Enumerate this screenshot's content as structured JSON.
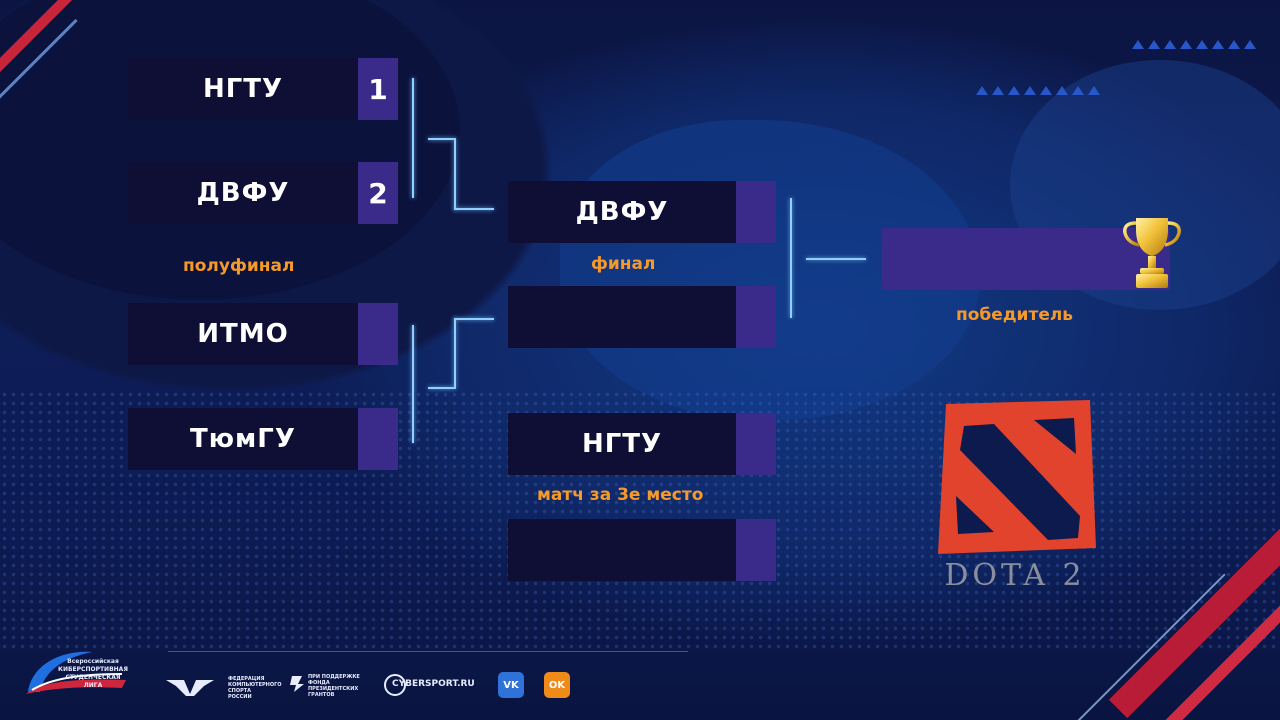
{
  "semifinal": {
    "label": "полуфинал",
    "match1": {
      "team_a": "НГТУ",
      "score_a": "1",
      "team_b": "ДВФУ",
      "score_b": "2"
    },
    "match2": {
      "team_a": "ИТМО",
      "score_a": "",
      "team_b": "ТюмГУ",
      "score_b": ""
    }
  },
  "final": {
    "label": "финал",
    "team_a": "ДВФУ",
    "score_a": "",
    "team_b": "",
    "score_b": ""
  },
  "third_place": {
    "label": "матч за 3е место",
    "team_a": "НГТУ",
    "score_a": "",
    "team_b": "",
    "score_b": ""
  },
  "winner": {
    "label": "победитель",
    "team": ""
  },
  "game_logo": {
    "text": "DOTA 2"
  },
  "footer": {
    "league_logo": "Всероссийская КИБЕРСПОРТИВНАЯ СТУДЕНЧЕСКАЯ ЛИГА",
    "federation": "ФЕДЕРАЦИЯ КОМПЬЮТЕРНОГО СПОРТА РОССИИ",
    "fund": "ПРИ ПОДДЕРЖКЕ ФОНДА ПРЕЗИДЕНТСКИХ ГРАНТОВ",
    "cybersport": "CYBERSPORT.RU",
    "vk": "VK",
    "ok": "OK"
  },
  "colors": {
    "accent": "#f59a2a",
    "slot_bg": "#0f0f35",
    "score_bg": "#3a2a8a",
    "dota_red": "#e2432c"
  }
}
